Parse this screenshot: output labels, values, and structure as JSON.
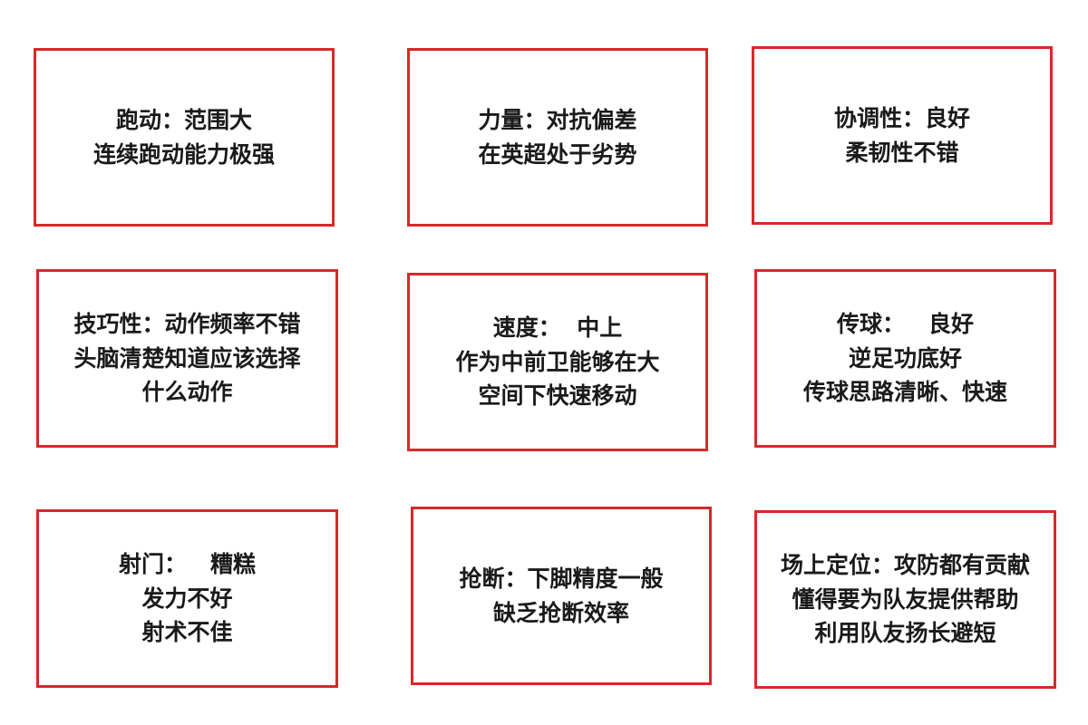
{
  "cards": [
    {
      "lines": [
        "跑动：范围大",
        "连续跑动能力极强"
      ]
    },
    {
      "lines": [
        "力量：对抗偏差",
        "在英超处于劣势"
      ]
    },
    {
      "lines": [
        "协调性：良好",
        "柔韧性不错"
      ]
    },
    {
      "lines": [
        "技巧性：动作频率不错",
        "头脑清楚知道应该选择",
        "什么动作"
      ]
    },
    {
      "lines": [
        "速度：  中上",
        "作为中前卫能够在大",
        "空间下快速移动"
      ]
    },
    {
      "lines": [
        "传球：   良好",
        "逆足功底好",
        "传球思路清晰、快速"
      ]
    },
    {
      "lines": [
        "射门：   糟糕",
        "发力不好",
        "射术不佳"
      ]
    },
    {
      "lines": [
        "抢断：下脚精度一般",
        "缺乏抢断效率"
      ]
    },
    {
      "lines": [
        "场上定位：攻防都有贡献",
        "懂得要为队友提供帮助",
        "利用队友扬长避短"
      ]
    }
  ],
  "colors": {
    "border": "#d62a2a",
    "text": "#1a1a1a",
    "background": "#ffffff"
  }
}
